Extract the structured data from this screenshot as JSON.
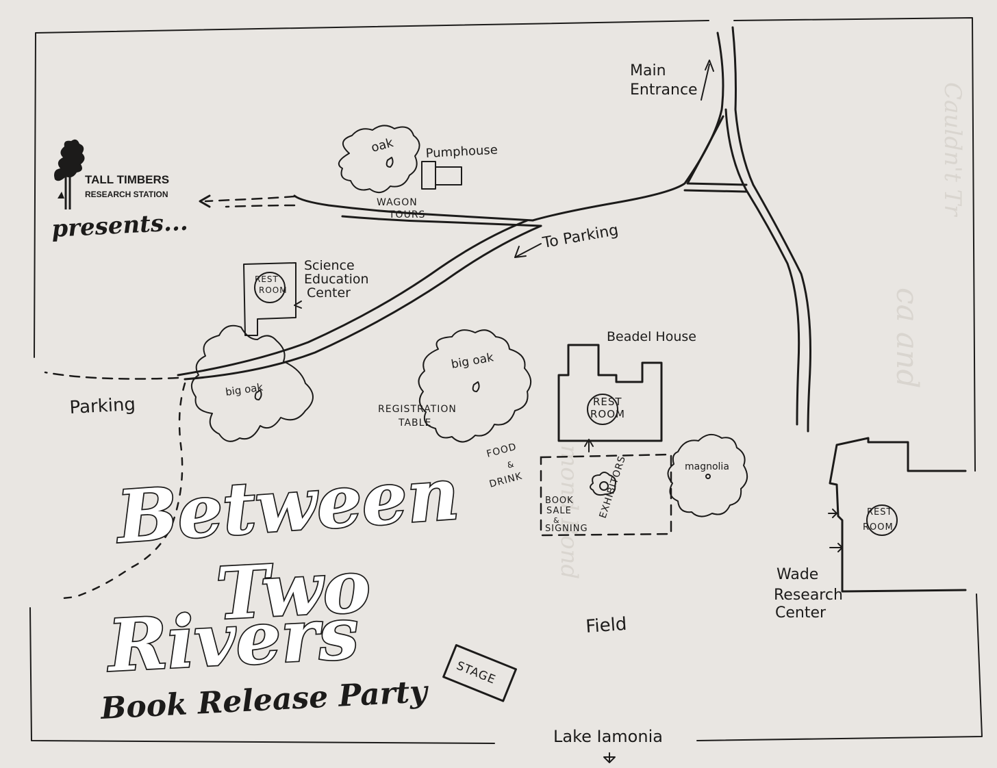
{
  "colors": {
    "paper": "#e9e6e2",
    "ink": "#1c1b1a"
  },
  "logo": {
    "name_line1": "TALL TIMBERS",
    "name_line2": "RESEARCH STATION",
    "icon": "pine-tree-icon"
  },
  "presents": "presents...",
  "event": {
    "title_line1": "Between",
    "title_line2": "Two",
    "title_line3": "Rivers",
    "subtitle": "Book Release Party"
  },
  "labels": {
    "main_entrance_1": "Main",
    "main_entrance_2": "Entrance",
    "pumphouse": "Pumphouse",
    "oak": "oak",
    "wagon_tours_1": "WAGON",
    "wagon_tours_2": "TOURS",
    "to_parking": "To Parking",
    "science_1": "Science",
    "science_2": "Education",
    "science_3": "Center",
    "parking": "Parking",
    "big_oak_left": "big oak",
    "big_oak_center": "big oak",
    "registration_1": "REGISTRATION",
    "registration_2": "TABLE",
    "beadel_house": "Beadel House",
    "food_1": "FOOD",
    "food_2": "&",
    "food_3": "DRINK",
    "book_1": "BOOK",
    "book_2": "SALE",
    "book_3": "&",
    "book_4": "SIGNING",
    "exhibitors": "EXHIBITORS",
    "magnolia": "magnolia",
    "wade_1": "Wade",
    "wade_2": "Research",
    "wade_3": "Center",
    "field": "Field",
    "stage": "STAGE",
    "lake": "Lake Iamonia",
    "restroom_1": "REST",
    "restroom_2": "ROOM"
  }
}
